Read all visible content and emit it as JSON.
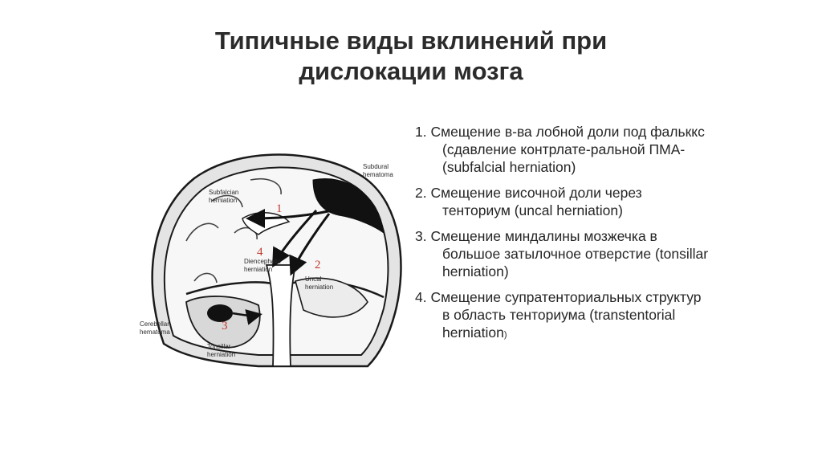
{
  "title": {
    "line1": "Типичные виды вклинений при",
    "line2": "дислокации мозга"
  },
  "figure": {
    "labels": {
      "subdural": [
        "Subdural",
        "hematoma"
      ],
      "subfalcian": [
        "Subfalcian",
        "herniation"
      ],
      "diencephalic": [
        "Diencephalic",
        "herniation"
      ],
      "uncal": [
        "Uncal",
        "herniation"
      ],
      "cerebellar": [
        "Cerebellar",
        "hematoma"
      ],
      "tonsillar": [
        "Tonsillar",
        "herniation"
      ]
    },
    "numbers": [
      "1",
      "2",
      "3",
      "4"
    ],
    "colors": {
      "number": "#c0392b",
      "ink": "#1a1a1a",
      "hematoma": "#111111"
    }
  },
  "items": [
    {
      "text": "1. Смещение в-ва лобной доли под фальккс (сдавление контрлате-ральной ПМА- (subfalcial herniation)"
    },
    {
      "text": "2. Смещение височной доли через тенториум (uncal herniation)"
    },
    {
      "text": "3. Смещение миндалины мозжечка в большое затылочное отверстие (tonsillar herniation)"
    },
    {
      "text": "4. Смещение супратенториальных структур в область тенториума (transtentorial herniation",
      "tail": ")"
    }
  ]
}
